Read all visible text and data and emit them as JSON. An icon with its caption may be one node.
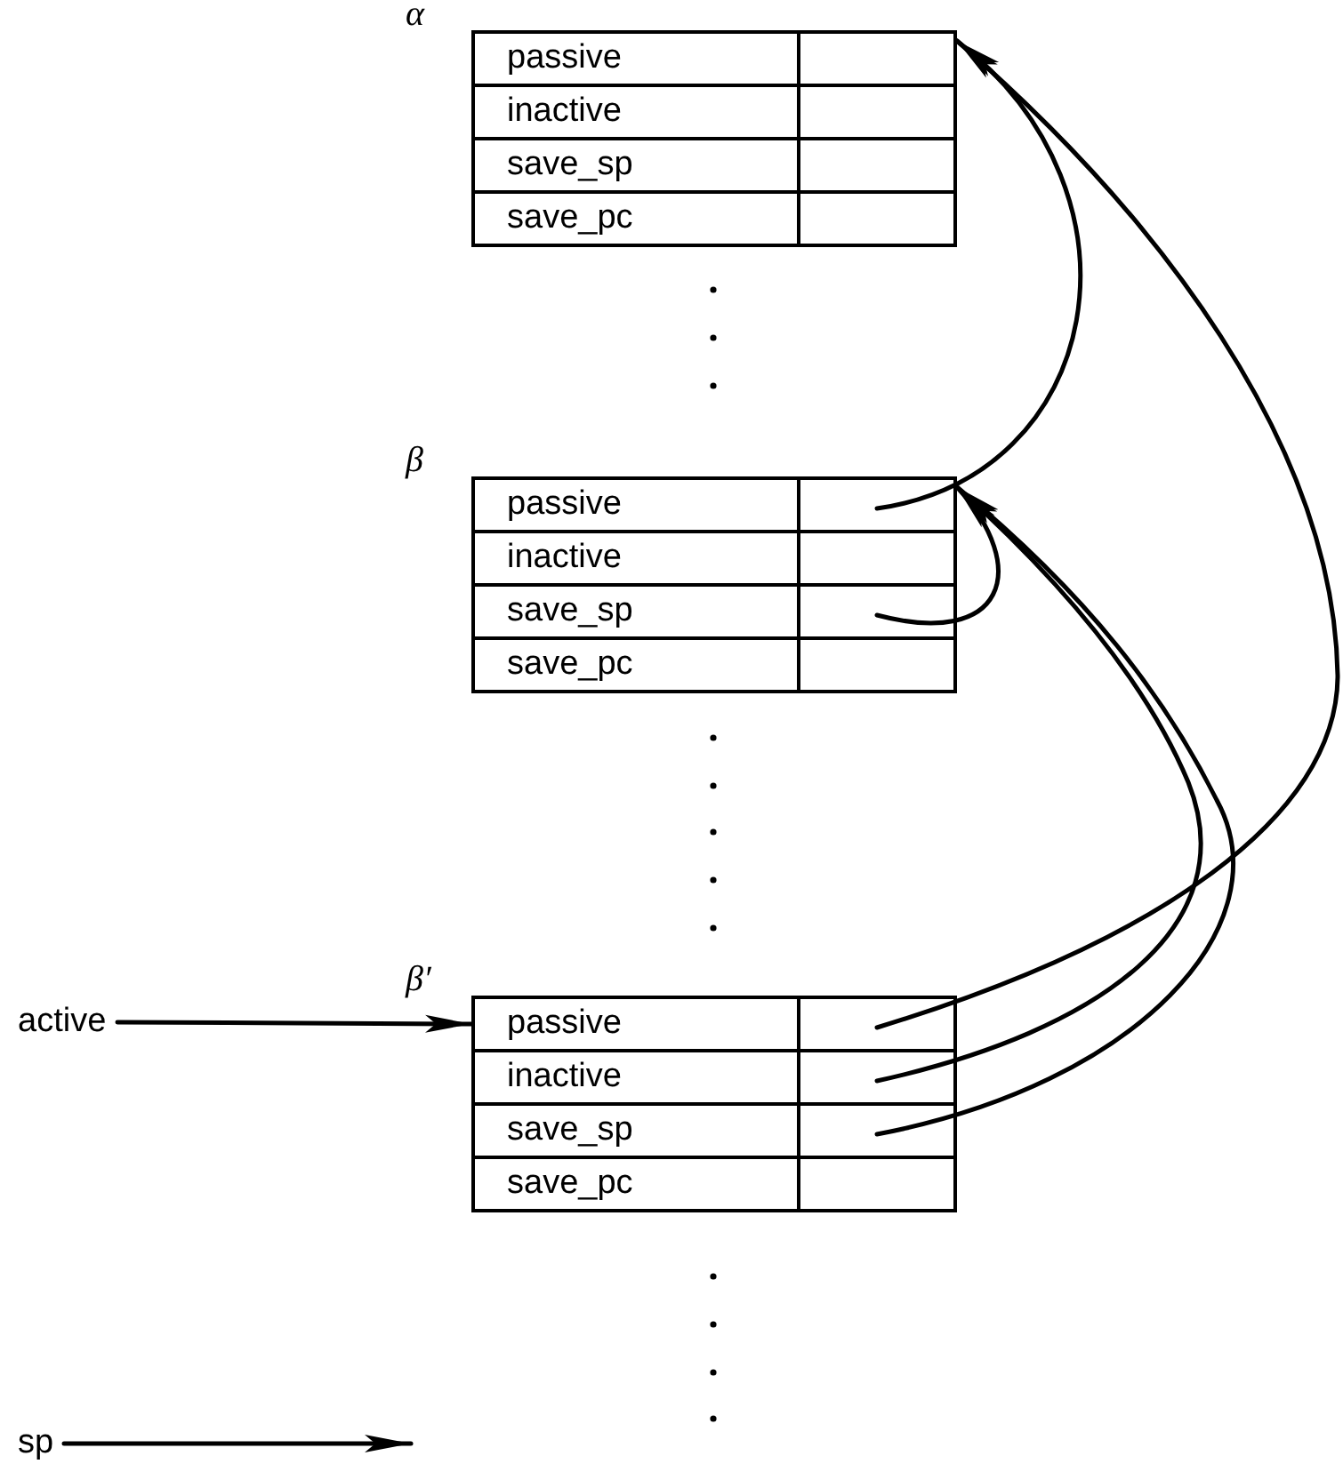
{
  "diagram": {
    "nodes": [
      {
        "text": [
          "α"
        ]
      },
      {
        "text": [
          "passive"
        ],
        "in": 0
      },
      {
        "text": [],
        "shape": "box",
        "in": 0
      },
      {
        "text": [
          "inactive"
        ],
        "in": 0
      },
      {
        "text": [],
        "shape": "box",
        "in": 0
      },
      {
        "text": [
          "save_sp"
        ],
        "in": 0
      },
      {
        "text": [],
        "shape": "box",
        "in": 0
      },
      {
        "text": [
          "save_pc"
        ],
        "in": 0
      },
      {
        "text": [],
        "shape": "box",
        "in": 0
      },
      {
        "text": [
          "β"
        ]
      },
      {
        "text": [
          "passive"
        ],
        "in": 9
      },
      {
        "text": [],
        "shape": "box",
        "in": 9
      },
      {
        "text": [
          "inactive"
        ],
        "in": 9
      },
      {
        "text": [],
        "shape": "box",
        "in": 9
      },
      {
        "text": [
          "save_sp"
        ],
        "in": 9
      },
      {
        "text": [],
        "shape": "box",
        "in": 9
      },
      {
        "text": [
          "save_pc"
        ],
        "in": 9
      },
      {
        "text": [],
        "shape": "box",
        "in": 9
      },
      {
        "text": [
          "active"
        ]
      },
      {
        "text": [
          "β′"
        ]
      },
      {
        "text": [
          "passive"
        ],
        "in": 19
      },
      {
        "text": [],
        "shape": "box",
        "in": 19
      },
      {
        "text": [
          "inactive"
        ],
        "in": 19
      },
      {
        "text": [],
        "shape": "box",
        "in": 19
      },
      {
        "text": [
          "save_sp"
        ],
        "in": 19
      },
      {
        "text": [],
        "shape": "box",
        "in": 19
      },
      {
        "text": [
          "save_pc"
        ],
        "in": 19
      },
      {
        "text": [],
        "shape": "box",
        "in": 19
      },
      {
        "text": [
          "sp"
        ]
      }
    ],
    "edges": [
      {
        "from": 11,
        "to": 2,
        "arrow": "to"
      },
      {
        "from": 15,
        "to": 11,
        "arrow": "to"
      },
      {
        "from": 21,
        "to": 2,
        "arrow": "to"
      },
      {
        "from": 23,
        "to": 11,
        "arrow": "to"
      },
      {
        "from": 25,
        "to": 11,
        "arrow": "to"
      },
      {
        "from": 18,
        "to": 20,
        "arrow": "to"
      },
      {
        "from": 28,
        "to": null,
        "arrow": "to"
      }
    ]
  }
}
